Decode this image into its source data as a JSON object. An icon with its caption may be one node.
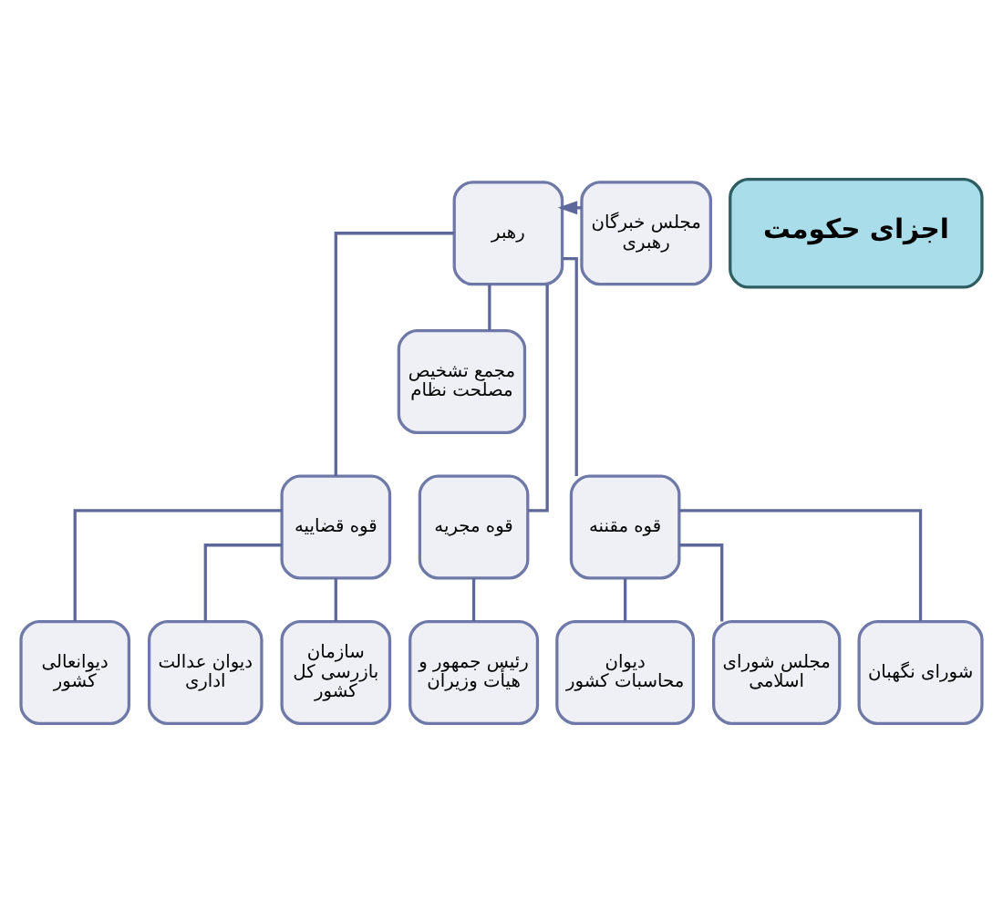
{
  "diagram": {
    "nodes": [
      {
        "text": [
          "اجزای حکومت"
        ]
      },
      {
        "text": [
          "مجلس خبرگان رهبری"
        ]
      },
      {
        "text": [
          "رهبر"
        ]
      },
      {
        "text": [
          "مجمع تشخیص مصلحت نظام"
        ]
      },
      {
        "text": [
          "قوه مقننه"
        ]
      },
      {
        "text": [
          "قوه مجریه"
        ]
      },
      {
        "text": [
          "قوه قضاییه"
        ]
      },
      {
        "text": [
          "شورای نگهبان"
        ]
      },
      {
        "text": [
          "مجلس شورای اسلامی"
        ]
      },
      {
        "text": [
          "دیوان محاسبات کشور"
        ]
      },
      {
        "text": [
          "رئیس جمهور و هیأت وزیران"
        ]
      },
      {
        "text": [
          "سازمان بازرسی کل کشور"
        ]
      },
      {
        "text": [
          "دیوان عدالت اداری"
        ]
      },
      {
        "text": [
          "دیوانعالی کشور"
        ]
      }
    ],
    "edges": [
      {
        "from": 1,
        "to": 2,
        "arrow": "to"
      },
      {
        "from": 2,
        "to": 3,
        "arrow": "none"
      },
      {
        "from": 2,
        "to": 4,
        "arrow": "none"
      },
      {
        "from": 2,
        "to": 5,
        "arrow": "none"
      },
      {
        "from": 2,
        "to": 6,
        "arrow": "none"
      },
      {
        "from": 4,
        "to": 7,
        "arrow": "none"
      },
      {
        "from": 4,
        "to": 8,
        "arrow": "none"
      },
      {
        "from": 4,
        "to": 9,
        "arrow": "none"
      },
      {
        "from": 5,
        "to": 10,
        "arrow": "none"
      },
      {
        "from": 6,
        "to": 11,
        "arrow": "none"
      },
      {
        "from": 6,
        "to": 12,
        "arrow": "none"
      },
      {
        "from": 6,
        "to": 13,
        "arrow": "none"
      }
    ]
  }
}
